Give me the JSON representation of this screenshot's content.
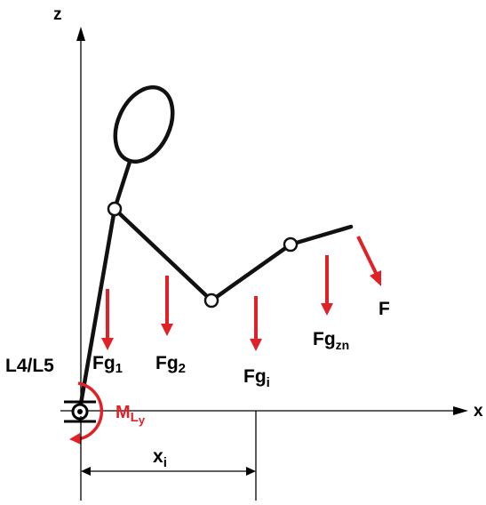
{
  "axes": {
    "z_label": "z",
    "x_label": "x"
  },
  "joint_label": "L4/L5",
  "moment_label": {
    "main": "M",
    "sub1": "L",
    "sub2": "y"
  },
  "forces": {
    "fg1": {
      "main": "Fg",
      "sub": "1"
    },
    "fg2": {
      "main": "Fg",
      "sub": "2"
    },
    "fgi": {
      "main": "Fg",
      "sub": "i"
    },
    "fgzn": {
      "main": "Fg",
      "sub": "zn"
    },
    "f": {
      "main": "F"
    }
  },
  "dimension": {
    "main": "x",
    "sub": "i"
  },
  "colors": {
    "force": "#e02127",
    "line": "#000000"
  }
}
